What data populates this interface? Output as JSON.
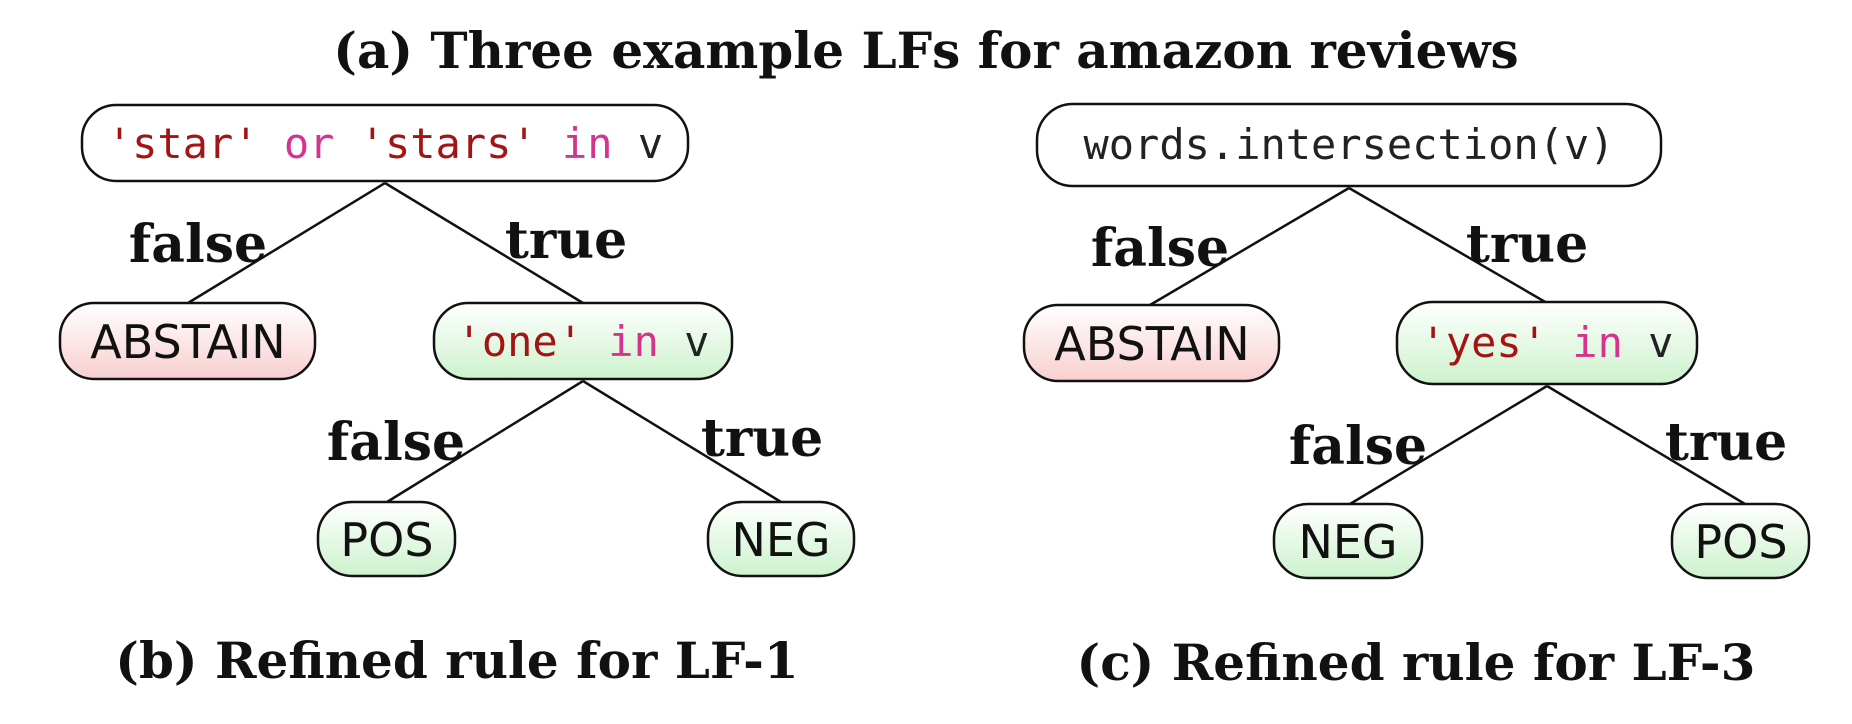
{
  "titles": {
    "a": "(a) Three example LFs for amazon reviews",
    "b": "(b) Refined rule for LF-1",
    "c": "(c) Refined rule for LF-3"
  },
  "colors": {
    "string_literal": "#a31515",
    "keyword": "#d6338f",
    "plain_code": "#222222",
    "abstain_fill_top": "#ffffff",
    "abstain_fill_bottom": "#f8cfcf",
    "green_fill_top": "#ffffff",
    "green_fill_bottom": "#cdf2cd",
    "white_fill": "#ffffff",
    "stroke": "#111111"
  },
  "branch_labels": {
    "false": "false",
    "true": "true"
  },
  "tree1": {
    "root": {
      "str1": "'star'",
      "kw1": "or",
      "str2": "'stars'",
      "kw2": "in",
      "var": "v"
    },
    "left_leaf": "ABSTAIN",
    "inner": {
      "str": "'one'",
      "kw": "in",
      "var": "v"
    },
    "inner_left_leaf": "POS",
    "inner_right_leaf": "NEG"
  },
  "tree2": {
    "root": {
      "code": "words.intersection(v)"
    },
    "left_leaf": "ABSTAIN",
    "inner": {
      "str": "'yes'",
      "kw": "in",
      "var": "v"
    },
    "inner_left_leaf": "NEG",
    "inner_right_leaf": "POS"
  }
}
